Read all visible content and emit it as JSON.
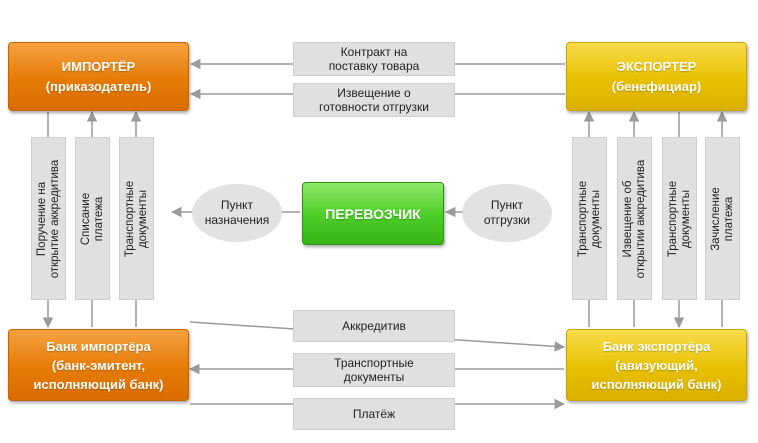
{
  "nodes": {
    "importer": {
      "line1": "ИМПОРТЁР",
      "line2": "(приказодатель)"
    },
    "exporter": {
      "line1": "ЭКСПОРТЕР",
      "line2": "(бенефициар)"
    },
    "carrier": {
      "label": "ПЕРЕВОЗЧИК"
    },
    "importer_bank": {
      "line1": "Банк импортёра",
      "line2": "(банк-эмитент,",
      "line3": "исполняющий банк)"
    },
    "exporter_bank": {
      "line1": "Банк экспортёра",
      "line2": "(авизующий,",
      "line3": "исполняющий банк)"
    }
  },
  "points": {
    "destination": {
      "line1": "Пункт",
      "line2": "назначения"
    },
    "shipment": {
      "line1": "Пункт",
      "line2": "отгрузки"
    }
  },
  "top_flows": [
    {
      "line1": "Контракт на",
      "line2": "поставку товара"
    },
    {
      "line1": "Извещение о",
      "line2": "готовности отгрузки"
    }
  ],
  "bottom_flows": [
    {
      "line1": "Аккредитив"
    },
    {
      "line1": "Транспортные",
      "line2": "документы"
    },
    {
      "line1": "Платёж"
    }
  ],
  "left_vertical": [
    {
      "line1": "Поручение на",
      "line2": "открытие аккредитива"
    },
    {
      "line1": "Списание",
      "line2": "платежа"
    },
    {
      "line1": "Транспортные",
      "line2": "документы"
    }
  ],
  "right_vertical": [
    {
      "line1": "Транспортные",
      "line2": "документы"
    },
    {
      "line1": "Извещение об",
      "line2": "открытии аккредитива"
    },
    {
      "line1": "Транспортные",
      "line2": "документы"
    },
    {
      "line1": "Зачисление",
      "line2": "платежа"
    }
  ],
  "colors": {
    "importer": "#e57b06",
    "exporter": "#e8c000",
    "carrier": "#4fcf2a",
    "label_bg": "#e0e0e0",
    "arrow": "#999999"
  }
}
